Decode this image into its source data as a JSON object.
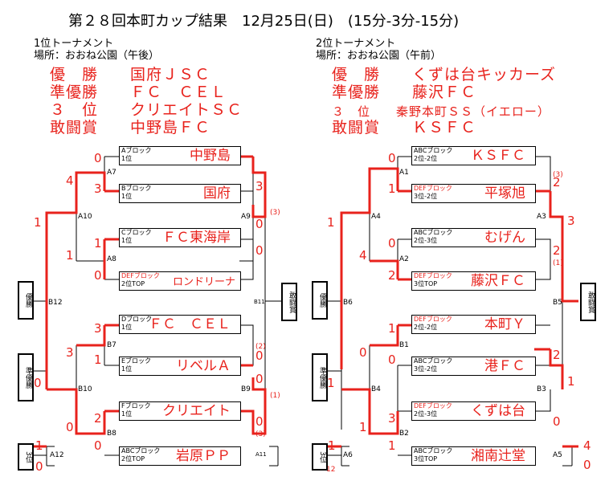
{
  "header": {
    "title": "第２８回本町カップ結果　12月25日(日)　(15分-3分-15分)"
  },
  "left": {
    "heading": "1位トーナメント",
    "venue": "場所：おおね公園（午後）",
    "awards": [
      "優　勝　　国府ＪＳＣ",
      "準優勝　　ＦＣ　ＣＥＬ",
      "３　位　　クリエイトＳＣ",
      "敢闘賞　　中野島ＦＣ"
    ],
    "teams": [
      {
        "block": "Aブロック",
        "rank": "1位",
        "name": "中野島"
      },
      {
        "block": "Bブロック",
        "rank": "1位",
        "name": "国府"
      },
      {
        "block": "Cブロック",
        "rank": "1位",
        "name": "ＦＣ東海岸"
      },
      {
        "block": "DEFブロック",
        "rank": "2位TOP",
        "name": "ロンドリーナ"
      },
      {
        "block": "Dブロック",
        "rank": "1位",
        "name": "ＦＣ　ＣＥＬ"
      },
      {
        "block": "Eブロック",
        "rank": "1位",
        "name": "リベルＡ"
      },
      {
        "block": "Fブロック",
        "rank": "1位",
        "name": "クリエイト"
      },
      {
        "block": "ABCブロック",
        "rank": "2位TOP",
        "name": "岩原ＰＰ"
      }
    ],
    "codes": {
      "a7": "A7",
      "a8": "A8",
      "a10": "A10",
      "a9": "A9",
      "b7": "B7",
      "b8": "B8",
      "b10": "B10",
      "b9": "B9",
      "b12": "B12",
      "a12": "A12",
      "a11": "B11",
      "a11b": "A11"
    },
    "scores": {
      "s1": "0",
      "s2": "4",
      "s3": "3",
      "s4": "1",
      "s5": "1",
      "s6": "0",
      "s7": "1",
      "s8": "3",
      "s9": "3",
      "s10": "1",
      "s11": "0",
      "s12": "0",
      "s13": "2",
      "s14": "0",
      "r1": "3",
      "r1p": "(3)",
      "r2": "0",
      "r3": "0",
      "r4": "(2)",
      "r5": "0",
      "r6": "0",
      "r6p": "(1)",
      "r7": "0",
      "r7p": "(3)",
      "t1": "1",
      "t2": "0"
    },
    "final_label": "優勝",
    "runner_label": "準優勝",
    "third_label": "3位",
    "kantou_label": "敢闘賞"
  },
  "right": {
    "heading": "2位トーナメント",
    "venue": "場所：おおね公園（午前）",
    "awards": [
      "優　勝　　くずは台キッカーズ",
      "準優勝　　藤沢ＦＣ",
      "３　位　　秦野本町ＳＳ（イエロー）",
      "敢闘賞　　ＫＳＦＣ"
    ],
    "teams": [
      {
        "block": "ABCブロック",
        "rank": "2位-2位",
        "name": "ＫＳＦＣ"
      },
      {
        "block": "DEFブロック",
        "rank": "3位-2位",
        "name": "平塚旭"
      },
      {
        "block": "ABCブロック",
        "rank": "2位-3位",
        "name": "むげん"
      },
      {
        "block": "DEFブロック",
        "rank": "3位TOP",
        "name": "藤沢ＦＣ"
      },
      {
        "block": "DEFブロック",
        "rank": "2位-2位",
        "name": "本町Ｙ"
      },
      {
        "block": "ABCブロック",
        "rank": "3位-2位",
        "name": "港ＦＣ"
      },
      {
        "block": "DEFブロック",
        "rank": "2位-3位",
        "name": "くずは台"
      },
      {
        "block": "ABCブロック",
        "rank": "3位TOP",
        "name": "湘南辻堂"
      }
    ],
    "codes": {
      "a1": "A1",
      "a2": "A2",
      "a4": "A4",
      "a3": "A3",
      "b1": "B1",
      "b2": "B2",
      "b4": "B4",
      "b3": "B3",
      "b6": "B6",
      "b5": "B5",
      "a6": "A6",
      "a5": "A5"
    },
    "scores": {
      "s1": "0",
      "s2": "1",
      "s3": "1",
      "s4": "0",
      "s5": "4",
      "s6": "2",
      "s7": "1",
      "s8": "0",
      "s9": "0",
      "s10": "1",
      "s11": "3",
      "s12": "1",
      "s13": "1",
      "r1": "2",
      "r1p": "(3)",
      "r2": "2",
      "r2p": "(1)",
      "r3": "3",
      "r4": "2",
      "r5": "1",
      "r6": "0",
      "r7": "4",
      "r8": "0",
      "t1": "1",
      "t2": "12"
    },
    "final_label": "優勝",
    "runner_label": "準優勝",
    "third_label": "3位",
    "kantou_label": "敢闘賞"
  }
}
